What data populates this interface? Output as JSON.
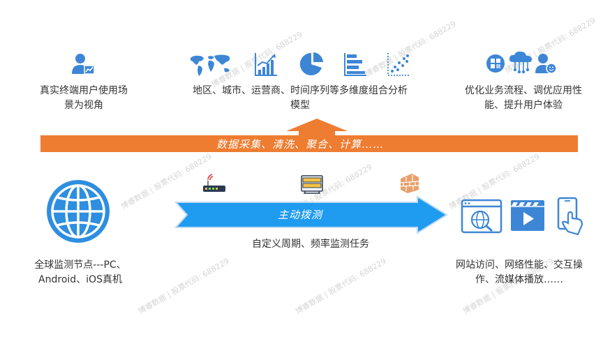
{
  "top": {
    "left_caption": [
      "真实终端用户使用场",
      "景为视角"
    ],
    "center_caption": [
      "地区、城市、运营商、时间序列等多维度组合分析",
      "模型"
    ],
    "right_caption": [
      "优化业务流程、调优应用性",
      "能、提升用户体验"
    ]
  },
  "band": {
    "label": "数据采集、清洗、聚合、计算……"
  },
  "middle": {
    "arrow_label": "主动拨测",
    "below_arrow": "自定义周期、频率监测任务"
  },
  "bottom": {
    "left_caption": [
      "全球监测节点---PC、",
      "Android、iOS真机"
    ],
    "right_caption": [
      "网站访问、网络性能、交互操",
      "作、流媒体播放……"
    ]
  },
  "watermark": "博睿数据 | 股票代码: 688229",
  "colors": {
    "icon_blue": "#3d86d6",
    "globe_blue": "#2e8ee0",
    "band_orange": "#ee7d31",
    "arrow_blue": "#1f9bf0"
  }
}
